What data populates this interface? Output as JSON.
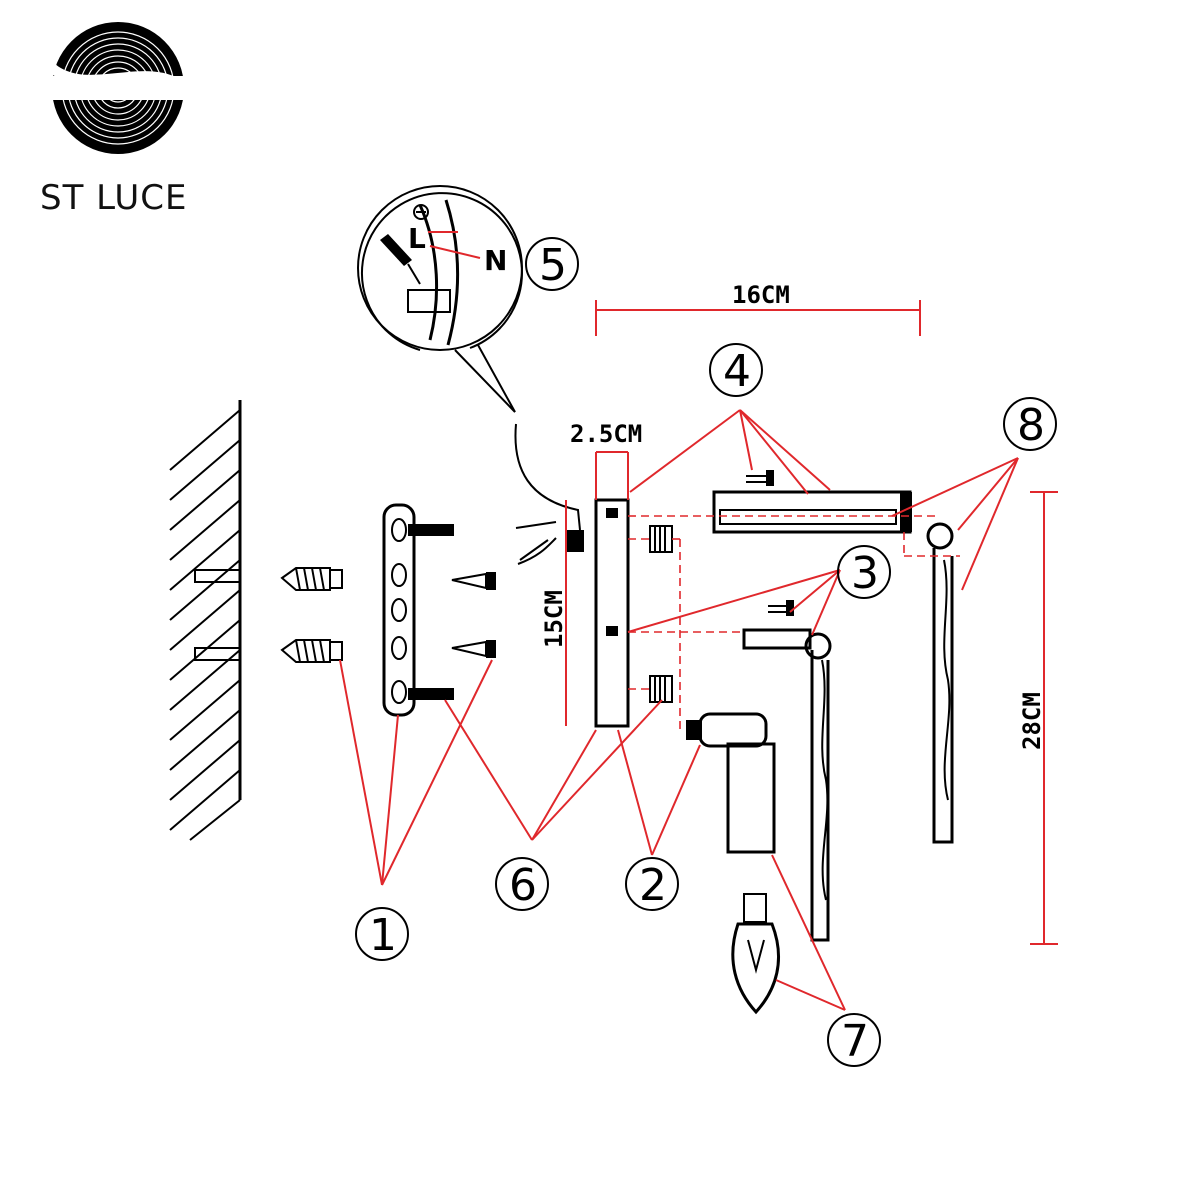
{
  "brand": {
    "name": "ST LUCE"
  },
  "colors": {
    "leader": "#e0282c",
    "ink": "#000000"
  },
  "dimensions": {
    "width_total": "16CM",
    "depth_base": "2.5CM",
    "height_base": "15CM",
    "height_shade": "28CM"
  },
  "wiring": {
    "live": "L",
    "neutral": "N"
  },
  "callouts": [
    {
      "id": "1"
    },
    {
      "id": "2"
    },
    {
      "id": "3"
    },
    {
      "id": "4"
    },
    {
      "id": "5"
    },
    {
      "id": "6"
    },
    {
      "id": "7"
    },
    {
      "id": "8"
    }
  ],
  "icons": [
    "brand-logo-icon",
    "screwdriver-icon",
    "ground-symbol-icon",
    "candle-bulb-icon",
    "wall-hatch-icon"
  ]
}
